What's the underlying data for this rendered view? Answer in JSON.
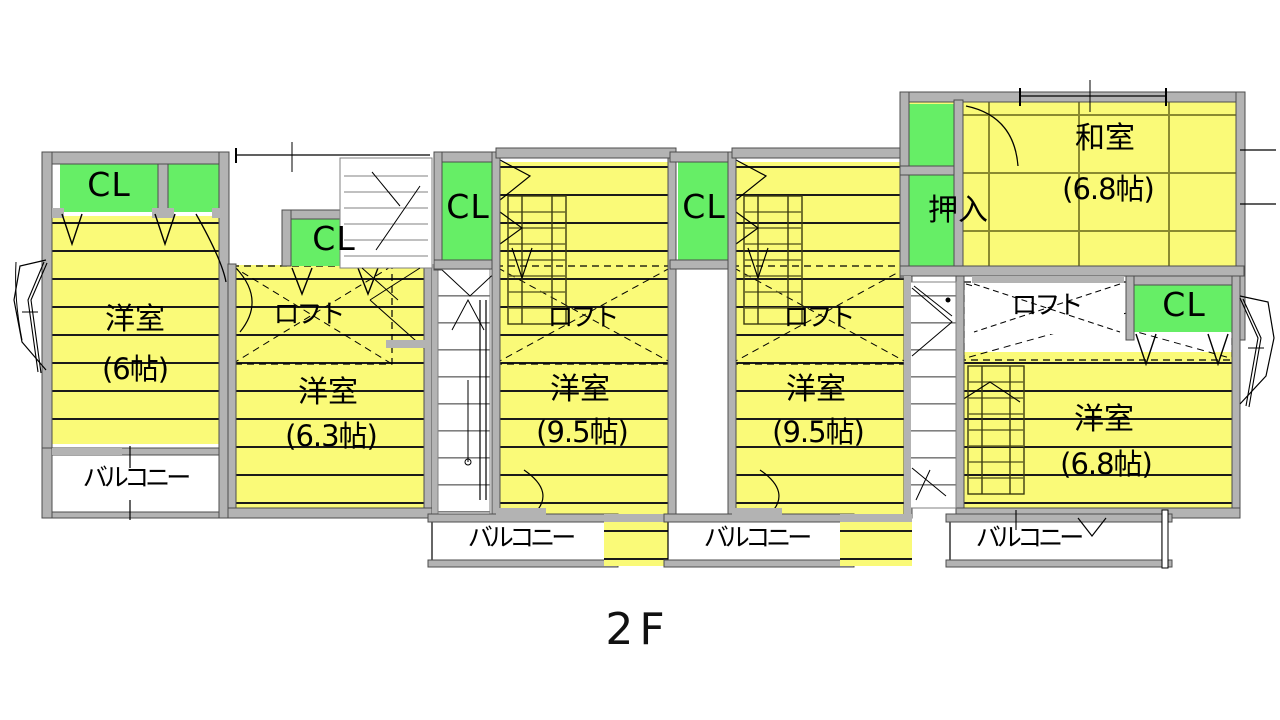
{
  "plan": {
    "floor_label": "2F",
    "colors": {
      "room_fill": "#fafa78",
      "closet_fill": "#66ee66",
      "wall": "#b3b3b3",
      "wall_outline": "#4d4d4d",
      "line": "#000000",
      "balcony_fill": "#ffffff",
      "background": "#ffffff"
    },
    "units": [
      {
        "id": "unit-1",
        "rooms": [
          {
            "name": "洋室",
            "area": "(6帖)"
          }
        ],
        "closets": [
          {
            "label": "CL"
          },
          {
            "label": ""
          }
        ],
        "balcony": {
          "label": "バルコニー"
        }
      },
      {
        "id": "unit-2",
        "rooms": [
          {
            "name": "洋室",
            "area": "(6.3帖)"
          }
        ],
        "loft": {
          "label": "ロフト"
        },
        "closets": [
          {
            "label": "CL"
          }
        ],
        "balcony": null
      },
      {
        "id": "unit-3",
        "rooms": [
          {
            "name": "洋室",
            "area": "(9.5帖)"
          }
        ],
        "loft": {
          "label": "ロフト"
        },
        "closets": [
          {
            "label": "CL"
          }
        ],
        "balcony": {
          "label": "バルコニー"
        }
      },
      {
        "id": "unit-4",
        "rooms": [
          {
            "name": "洋室",
            "area": "(9.5帖)"
          }
        ],
        "loft": {
          "label": "ロフト"
        },
        "closets": [
          {
            "label": "CL"
          }
        ],
        "balcony": {
          "label": "バルコニー"
        }
      },
      {
        "id": "unit-5",
        "rooms": [
          {
            "name": "和室",
            "area": "(6.8帖)"
          },
          {
            "name": "洋室",
            "area": "(6.8帖)"
          }
        ],
        "loft": {
          "label": "ロフト"
        },
        "closets": [
          {
            "label": "CL"
          }
        ],
        "storage": {
          "label": "押入"
        },
        "balcony": {
          "label": "バルコニー"
        }
      }
    ]
  }
}
